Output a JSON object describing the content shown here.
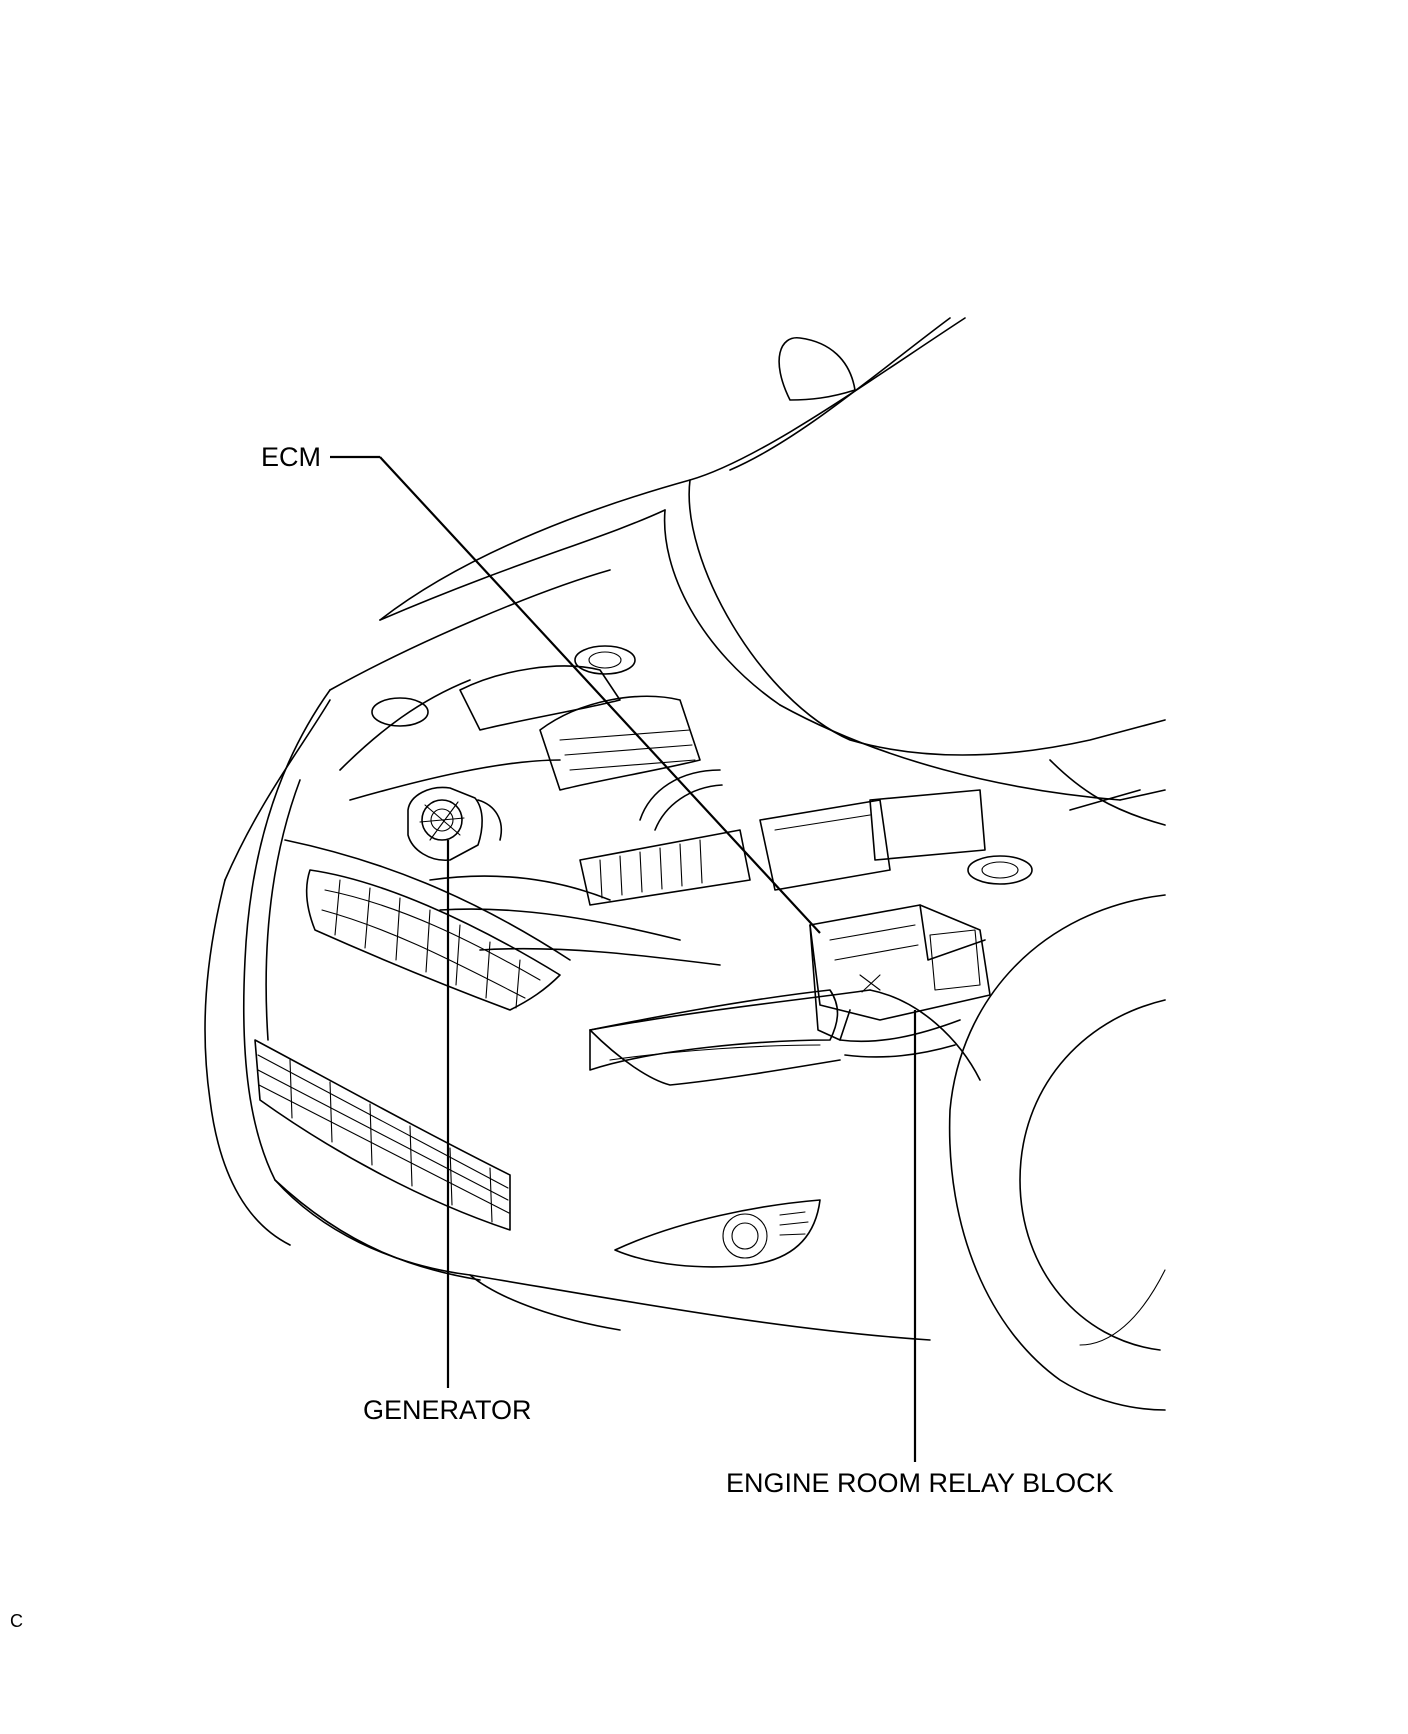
{
  "labels": {
    "ecm": "ECM",
    "generator": "GENERATOR",
    "relay_block": "ENGINE ROOM RELAY BLOCK",
    "corner_mark": "C"
  },
  "colors": {
    "line": "#000000",
    "background": "#ffffff"
  }
}
